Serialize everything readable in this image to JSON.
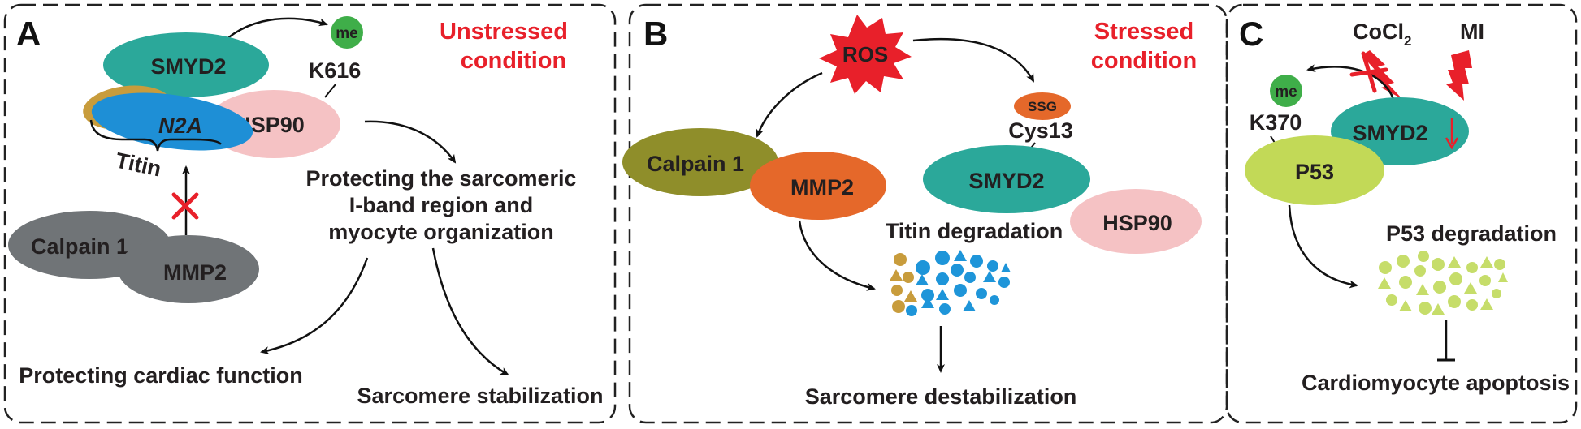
{
  "panels": {
    "a": {
      "letter": "A",
      "condition_line1": "Unstressed",
      "condition_line2": "condition",
      "smyd2": "SMYD2",
      "me": "me",
      "k616": "K616",
      "n2a": "N2A",
      "hsp90": "HSP90",
      "titin": "Titin",
      "calpain": "Calpain 1",
      "mmp2": "MMP2",
      "protect_line1": "Protecting the sarcomeric",
      "protect_line2": "I-band region and",
      "protect_line3": "myocyte organization",
      "cardiac": "Protecting cardiac function",
      "stabilization": "Sarcomere stabilization"
    },
    "b": {
      "letter": "B",
      "condition_line1": "Stressed",
      "condition_line2": "condition",
      "ros": "ROS",
      "ssg": "SSG",
      "cys13": "Cys13",
      "calpain": "Calpain 1",
      "mmp2": "MMP2",
      "smyd2": "SMYD2",
      "hsp90": "HSP90",
      "titin_degradation": "Titin degradation",
      "destabilization": "Sarcomere destabilization"
    },
    "c": {
      "letter": "C",
      "cocl2": "CoCl",
      "cocl2_sub": "2",
      "mi": "MI",
      "me": "me",
      "k370": "K370",
      "smyd2": "SMYD2",
      "p53": "P53",
      "p53_degradation": "P53 degradation",
      "apoptosis": "Cardiomyocyte apoptosis"
    }
  },
  "colors": {
    "smyd2": "#2ba89a",
    "hsp90": "#f5c2c4",
    "n2a": "#1e8fd6",
    "titin_fragment": "#c89c3c",
    "protease_grey": "#707477",
    "calpain_olive": "#8f8e2a",
    "mmp2_orange": "#e5682a",
    "me_green": "#3fae49",
    "p53": "#c2d957",
    "p53_fragments": "#c6dd6a",
    "red_accent": "#e8202a",
    "blue_fragments": "#1e95d9",
    "tan_fragments": "#c89c3c"
  }
}
